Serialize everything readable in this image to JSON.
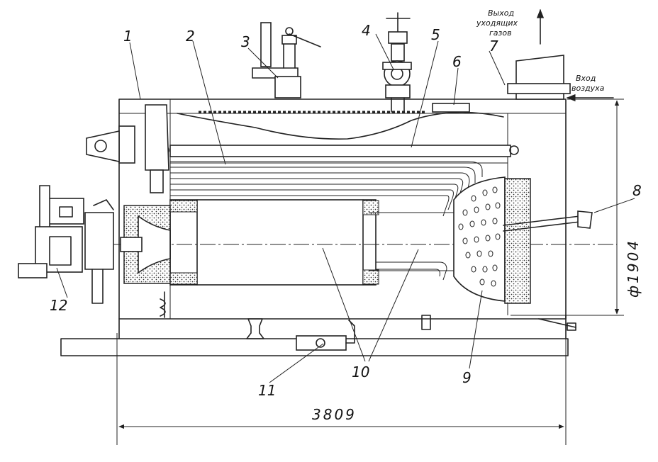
{
  "callouts": {
    "c1": "1",
    "c2": "2",
    "c3": "3",
    "c4": "4",
    "c5": "5",
    "c6": "6",
    "c7": "7",
    "c8": "8",
    "c9": "9",
    "c10": "10",
    "c11": "11",
    "c12": "12"
  },
  "notes": {
    "flue_gas_line1": "Выход",
    "flue_gas_line2": "уходящих",
    "flue_gas_line3": "газов",
    "air_line1": "Вход",
    "air_line2": "воздуха"
  },
  "dimensions": {
    "length": "3809",
    "diameter": "ф1904"
  }
}
